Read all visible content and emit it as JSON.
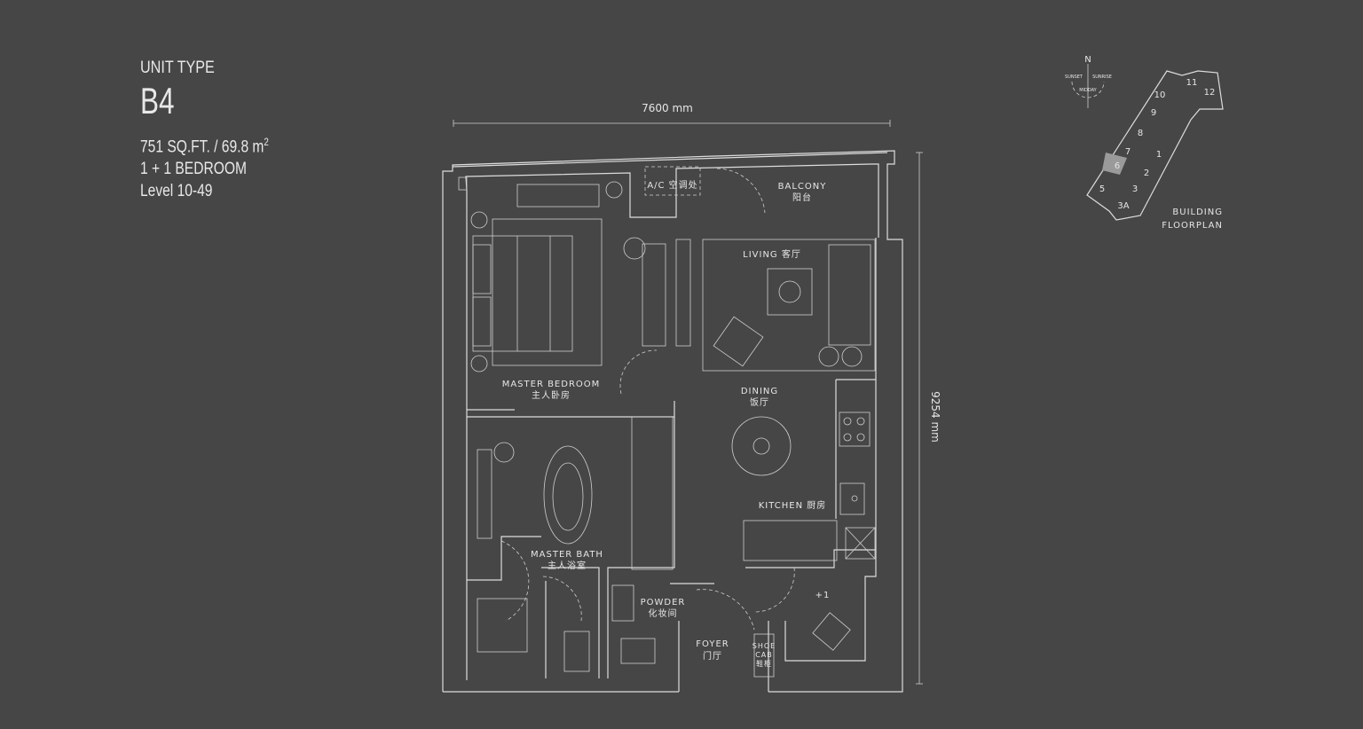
{
  "unit": {
    "type_label": "UNIT TYPE",
    "code": "B4",
    "area": "751 SQ.FT. / 69.8 m",
    "area_sup": "2",
    "bedrooms": "1 + 1 BEDROOM",
    "levels": "Level 10-49"
  },
  "dimensions": {
    "width": "7600 mm",
    "depth": "9254 mm"
  },
  "rooms": {
    "ac": "A/C 空调处",
    "balcony_en": "BALCONY",
    "balcony_cn": "阳台",
    "living": "LIVING 客厅",
    "master_bedroom_en": "MASTER BEDROOM",
    "master_bedroom_cn": "主人卧房",
    "dining_en": "DINING",
    "dining_cn": "饭厅",
    "kitchen": "KITCHEN 厨房",
    "master_bath_en": "MASTER BATH",
    "master_bath_cn": "主人浴室",
    "powder_en": "POWDER",
    "powder_cn": "化妆间",
    "foyer_en": "FOYER",
    "foyer_cn": "门厅",
    "shoe1": "SHOE",
    "shoe2": "CAB",
    "shoe_cn": "鞋柜",
    "plus_one": "+1"
  },
  "compass": {
    "north": "N",
    "sunset": "SUNSET",
    "sunrise": "SUNRISE",
    "midday": "MIDDAY"
  },
  "building": {
    "title1": "BUILDING",
    "title2": "FLOORPLAN",
    "units": [
      "1",
      "2",
      "3",
      "3A",
      "5",
      "6",
      "7",
      "8",
      "9",
      "10",
      "11",
      "12"
    ],
    "highlighted": "6"
  },
  "colors": {
    "background": "#464646",
    "lines": "#dcdcdc",
    "highlight": "#9a9a9a"
  }
}
